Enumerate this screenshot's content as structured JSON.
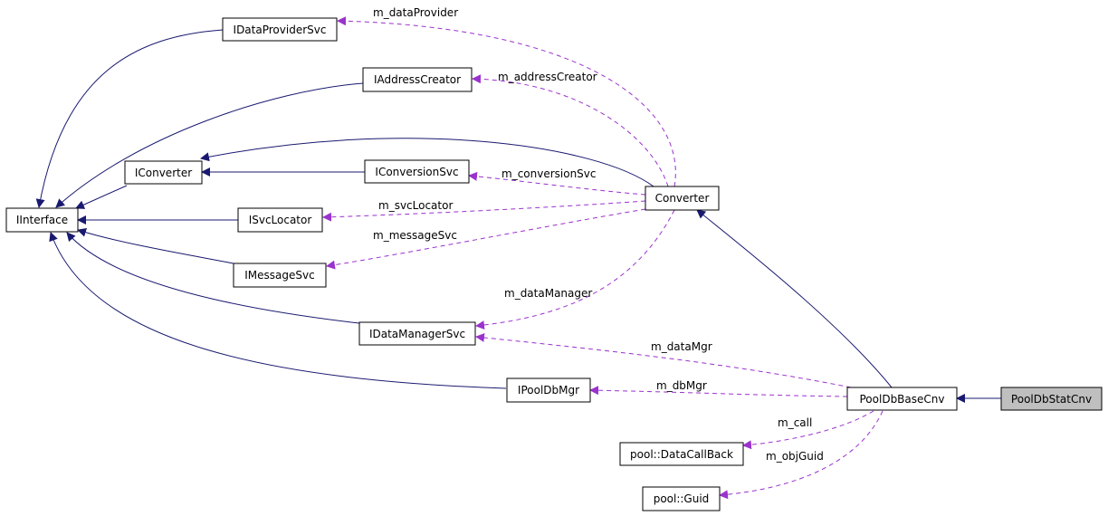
{
  "colors": {
    "inheritance_edge": "#191970",
    "usage_edge": "#9a32cd",
    "highlight_node_fill": "#bfbfbf",
    "node_fill": "#ffffff"
  },
  "nodes": [
    {
      "id": "PoolDbStatCnv",
      "label": "PoolDbStatCnv",
      "highlighted": true
    },
    {
      "id": "PoolDbBaseCnv",
      "label": "PoolDbBaseCnv"
    },
    {
      "id": "Converter",
      "label": "Converter"
    },
    {
      "id": "IConverter",
      "label": "IConverter"
    },
    {
      "id": "IInterface",
      "label": "IInterface"
    },
    {
      "id": "IDataProviderSvc",
      "label": "IDataProviderSvc"
    },
    {
      "id": "IAddressCreator",
      "label": "IAddressCreator"
    },
    {
      "id": "IConversionSvc",
      "label": "IConversionSvc"
    },
    {
      "id": "ISvcLocator",
      "label": "ISvcLocator"
    },
    {
      "id": "IMessageSvc",
      "label": "IMessageSvc"
    },
    {
      "id": "IDataManagerSvc",
      "label": "IDataManagerSvc"
    },
    {
      "id": "IPoolDbMgr",
      "label": "IPoolDbMgr"
    },
    {
      "id": "DataCallBack",
      "label": "pool::DataCallBack"
    },
    {
      "id": "Guid",
      "label": "pool::Guid"
    }
  ],
  "inheritance_edges": [
    {
      "from": "PoolDbStatCnv",
      "to": "PoolDbBaseCnv"
    },
    {
      "from": "PoolDbBaseCnv",
      "to": "Converter"
    },
    {
      "from": "Converter",
      "to": "IConverter"
    },
    {
      "from": "IConverter",
      "to": "IInterface"
    },
    {
      "from": "IDataProviderSvc",
      "to": "IInterface"
    },
    {
      "from": "IAddressCreator",
      "to": "IInterface"
    },
    {
      "from": "IConversionSvc",
      "to": "IConverter"
    },
    {
      "from": "ISvcLocator",
      "to": "IInterface"
    },
    {
      "from": "IMessageSvc",
      "to": "IInterface"
    },
    {
      "from": "IDataManagerSvc",
      "to": "IInterface"
    },
    {
      "from": "IPoolDbMgr",
      "to": "IInterface"
    }
  ],
  "usage_edges": [
    {
      "from": "Converter",
      "to": "IDataProviderSvc",
      "label": "m_dataProvider"
    },
    {
      "from": "Converter",
      "to": "IAddressCreator",
      "label": "m_addressCreator"
    },
    {
      "from": "Converter",
      "to": "IConversionSvc",
      "label": "m_conversionSvc"
    },
    {
      "from": "Converter",
      "to": "ISvcLocator",
      "label": "m_svcLocator"
    },
    {
      "from": "Converter",
      "to": "IMessageSvc",
      "label": "m_messageSvc"
    },
    {
      "from": "Converter",
      "to": "IDataManagerSvc",
      "label": "m_dataManager"
    },
    {
      "from": "PoolDbBaseCnv",
      "to": "IDataManagerSvc",
      "label": "m_dataMgr"
    },
    {
      "from": "PoolDbBaseCnv",
      "to": "IPoolDbMgr",
      "label": "m_dbMgr"
    },
    {
      "from": "PoolDbBaseCnv",
      "to": "DataCallBack",
      "label": "m_call"
    },
    {
      "from": "PoolDbBaseCnv",
      "to": "Guid",
      "label": "m_objGuid"
    }
  ]
}
